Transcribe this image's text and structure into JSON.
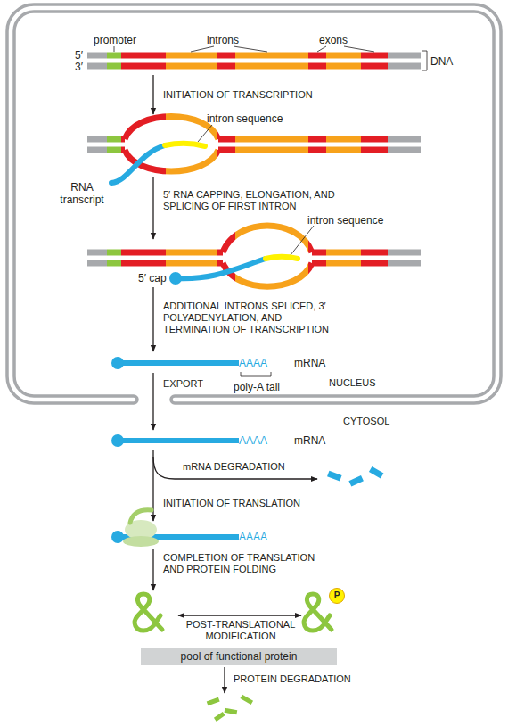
{
  "diagram": {
    "nodes": [
      {
        "text": [
          "NUCLEUS"
        ]
      },
      {
        "text": [
          "P"
        ]
      },
      {
        "text": [
          "pool of functional protein"
        ]
      }
    ],
    "labels": [
      "promoter",
      "introns",
      "exons",
      "5′",
      "3′",
      "DNA",
      "INITIATION OF TRANSCRIPTION",
      "intron sequence",
      "RNA transcript",
      "5′ RNA CAPPING, ELONGATION, AND SPLICING OF FIRST INTRON",
      "intron sequence",
      "5′ cap",
      "ADDITIONAL INTRONS SPLICED, 3′ POLYADENYLATION, AND TERMINATION OF TRANSCRIPTION",
      "AAAA",
      "mRNA",
      "poly-A tail",
      "EXPORT",
      "CYTOSOL",
      "AAAA",
      "mRNA",
      "mRNA DEGRADATION",
      "INITIATION OF TRANSLATION",
      "AAAA",
      "COMPLETION OF TRANSLATION AND PROTEIN FOLDING",
      "POST-TRANSLATIONAL MODIFICATION",
      "PROTEIN DEGRADATION"
    ]
  }
}
